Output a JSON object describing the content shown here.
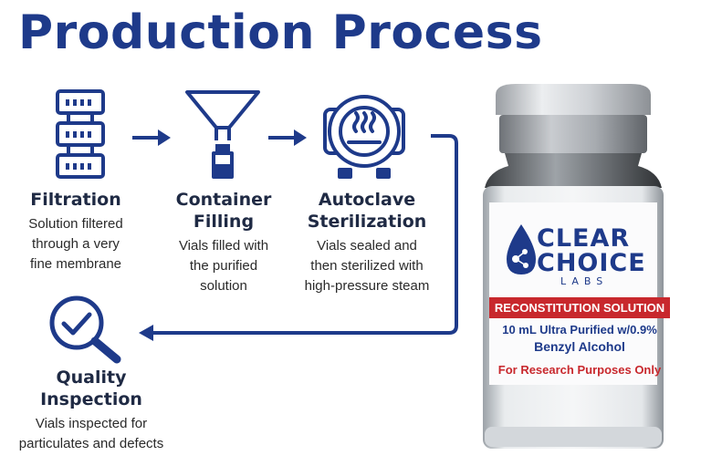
{
  "title": "Production Process",
  "steps": [
    {
      "name_lines": [
        "Filtration"
      ],
      "desc_lines": [
        "Solution filtered",
        "through a very",
        "fine membrane"
      ]
    },
    {
      "name_lines": [
        "Container",
        "Filling"
      ],
      "desc_lines": [
        "Vials filled with",
        "the purified",
        "solution"
      ]
    },
    {
      "name_lines": [
        "Autoclave",
        "Sterilization"
      ],
      "desc_lines": [
        "Vials sealed and",
        "then sterilized with",
        "high-pressure steam"
      ]
    },
    {
      "name_lines": [
        "Quality",
        "Inspection"
      ],
      "desc_lines": [
        "Vials inspected for",
        "particulates and defects"
      ]
    }
  ],
  "icons": [
    "filter-membrane-icon",
    "funnel-vial-icon",
    "autoclave-icon",
    "magnifier-check-icon"
  ],
  "vial": {
    "brand_line1": "CLEAR",
    "brand_line2": "CHOICE",
    "brand_line3": "LABS",
    "band_text": "RECONSTITUTION SOLUTION",
    "product_line1": "10 mL Ultra Purified w/0.9%",
    "product_line2": "Benzyl Alcohol",
    "disclaimer": "For Research Purposes Only"
  },
  "colors": {
    "navy": "#1e3a8a",
    "red": "#c8282d"
  }
}
